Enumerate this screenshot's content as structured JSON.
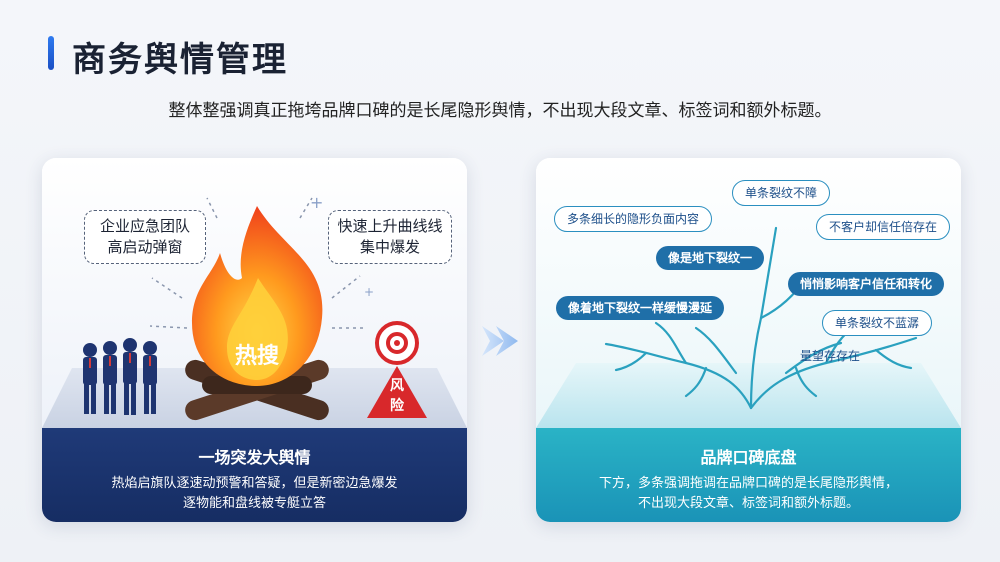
{
  "page": {
    "title": "商务舆情管理",
    "subtitle": "整体整强调真正拖垮品牌口碑的是长尾隐形舆情，不出现大段文章、标签词和额外标题。"
  },
  "left_card": {
    "bubble_left": "企业应急团队\n高启动弹窗",
    "bubble_right": "快速上升曲线线\n集中爆发",
    "fire_label": "热搜",
    "risk_label": "风\n险",
    "footer_title": "一场突发大舆情",
    "footer_desc": "热焰启旗队逐速动预警和答疑，但是新密边急爆发\n逐物能和盘线被专艇立答"
  },
  "right_card": {
    "tags": [
      "单条裂纹不障",
      "多条细长的隐形负面内容",
      "不客户却信任倍存在",
      "像是地下裂纹一",
      "悄悄影响客户信任和转化",
      "像着地下裂纹一样缓慢漫延",
      "单条裂纹不蓝潺",
      "量望存存在"
    ],
    "footer_title": "品牌口碑底盘",
    "footer_desc": "下方，多条强调拖调在品牌口碑的是长尾隐形舆情，\n不出现大段文章、标签词和额外标题。"
  },
  "colors": {
    "accent": "#2f7bf0",
    "left_footer": "#1f3a78",
    "right_footer": "#1a93b7",
    "fire": "#f0541e",
    "crack": "#2aa1bf"
  }
}
